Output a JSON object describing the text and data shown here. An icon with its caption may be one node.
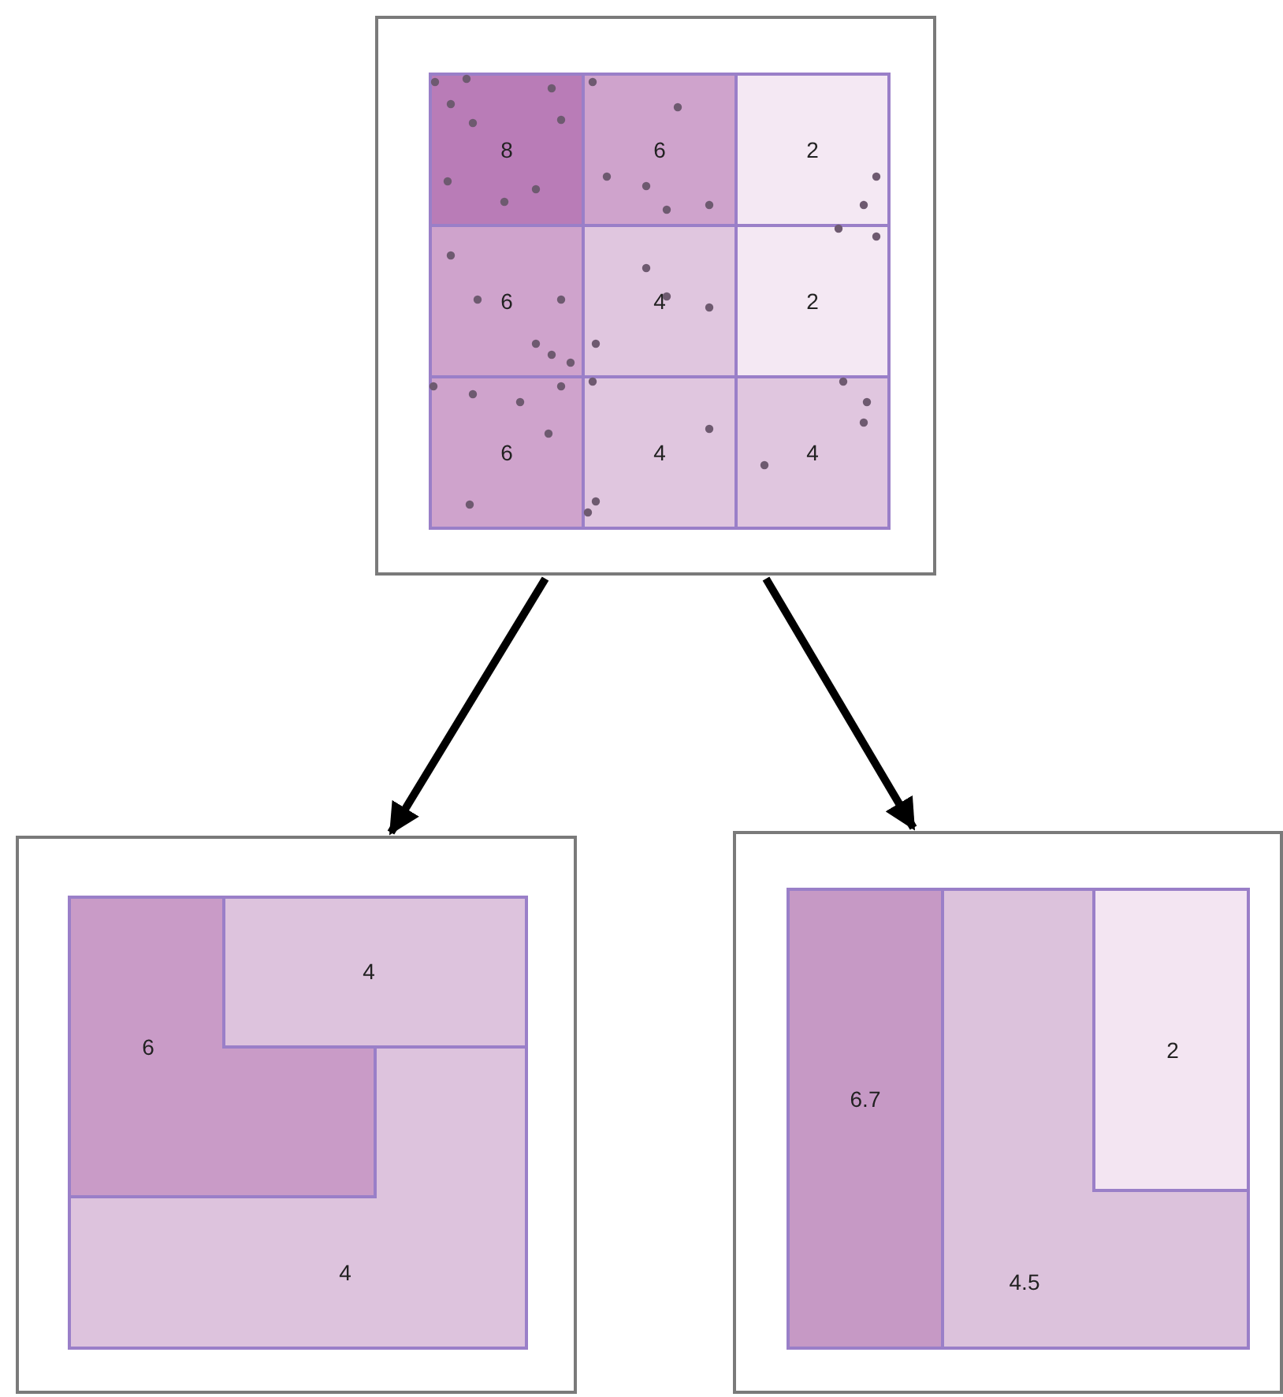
{
  "diagram": {
    "nodes": [
      {
        "text": [],
        "shape": "box"
      },
      {
        "text": [
          "8"
        ],
        "in": 0
      },
      {
        "text": [
          "6"
        ],
        "in": 0
      },
      {
        "text": [
          "2"
        ],
        "in": 0
      },
      {
        "text": [
          "6"
        ],
        "in": 0
      },
      {
        "text": [
          "4"
        ],
        "in": 0
      },
      {
        "text": [
          "2"
        ],
        "in": 0
      },
      {
        "text": [
          "6"
        ],
        "in": 0
      },
      {
        "text": [
          "4"
        ],
        "in": 0
      },
      {
        "text": [
          "4"
        ],
        "in": 0
      },
      {
        "text": [],
        "shape": "box"
      },
      {
        "text": [
          "4"
        ],
        "in": 10
      },
      {
        "text": [
          "6"
        ],
        "in": 10
      },
      {
        "text": [
          "4"
        ],
        "in": 10
      },
      {
        "text": [],
        "shape": "box"
      },
      {
        "text": [
          "6.7"
        ],
        "in": 14
      },
      {
        "text": [
          "2"
        ],
        "in": 14
      },
      {
        "text": [
          "4.5"
        ],
        "in": 14
      }
    ],
    "edges": [
      {
        "from": 0,
        "to": 10,
        "arrow": "to"
      },
      {
        "from": 0,
        "to": 14,
        "arrow": "to"
      }
    ]
  }
}
